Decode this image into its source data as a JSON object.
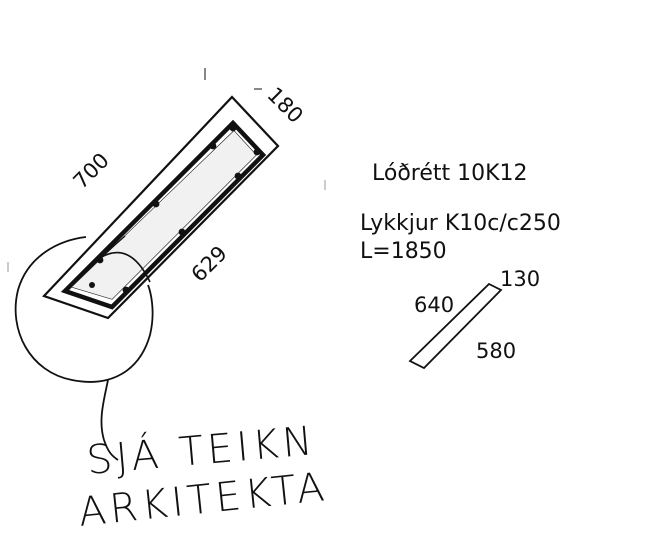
{
  "column": {
    "dim_length": "700",
    "dim_width": "180",
    "dim_inner_length": "629"
  },
  "notes": {
    "vertical_rebar": "Lóðrétt 10K12",
    "stirrups": "Lykkjur K10c/c250",
    "stirrup_length": "L=1850"
  },
  "stirrup_detail": {
    "dim_top": "130",
    "dim_left": "640",
    "dim_bottom": "580"
  },
  "handwritten": {
    "line1": "SJÁ TEIKN",
    "line2": "ARKITEKTA"
  },
  "colors": {
    "ink": "#111111",
    "background": "#ffffff"
  }
}
